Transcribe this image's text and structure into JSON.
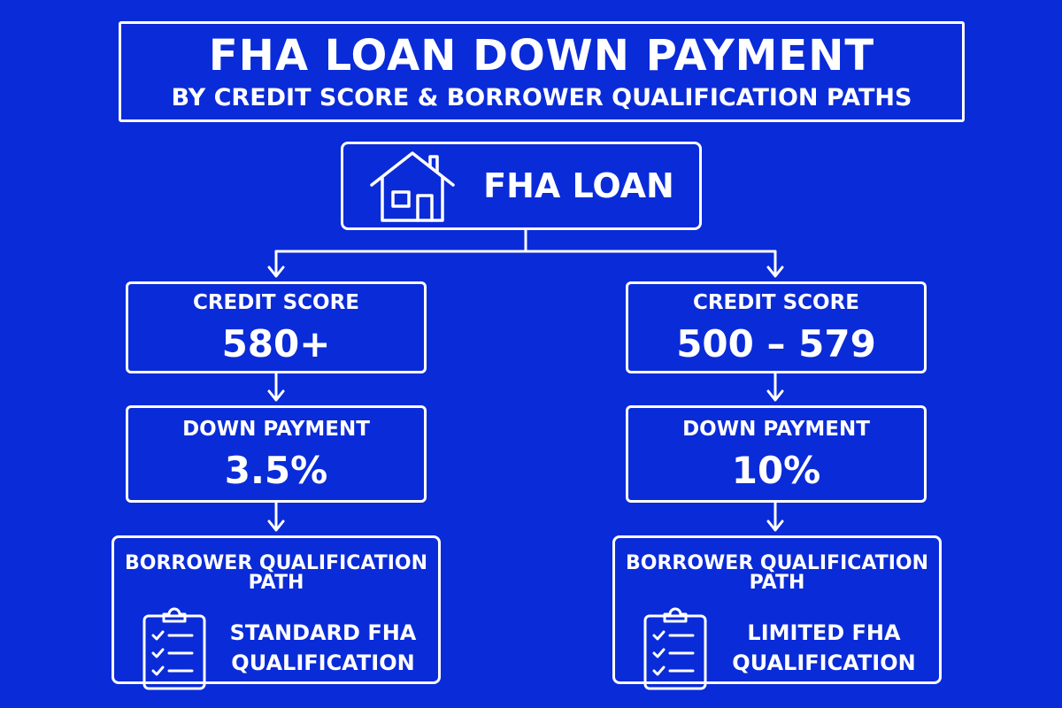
{
  "header": {
    "title": "FHA LOAN DOWN PAYMENT",
    "subtitle": "BY CREDIT SCORE & BORROWER QUALIFICATION PATHS"
  },
  "root": {
    "label": "FHA LOAN",
    "icon": "house-icon"
  },
  "paths": [
    {
      "credit_score_label": "CREDIT SCORE",
      "credit_score_value": "580+",
      "down_payment_label": "DOWN PAYMENT",
      "down_payment_value": "3.5%",
      "qualification_heading": "BORROWER QUALIFICATION PATH",
      "qualification_line1": "STANDARD FHA",
      "qualification_line2": "QUALIFICATION",
      "icon": "clipboard-checklist-icon"
    },
    {
      "credit_score_label": "CREDIT SCORE",
      "credit_score_value": "500 – 579",
      "down_payment_label": "DOWN PAYMENT",
      "down_payment_value": "10%",
      "qualification_heading": "BORROWER QUALIFICATION PATH",
      "qualification_line1": "LIMITED FHA",
      "qualification_line2": "QUALIFICATION",
      "icon": "clipboard-checklist-icon"
    }
  ],
  "colors": {
    "background": "#0a2bd8",
    "foreground": "#ffffff"
  }
}
